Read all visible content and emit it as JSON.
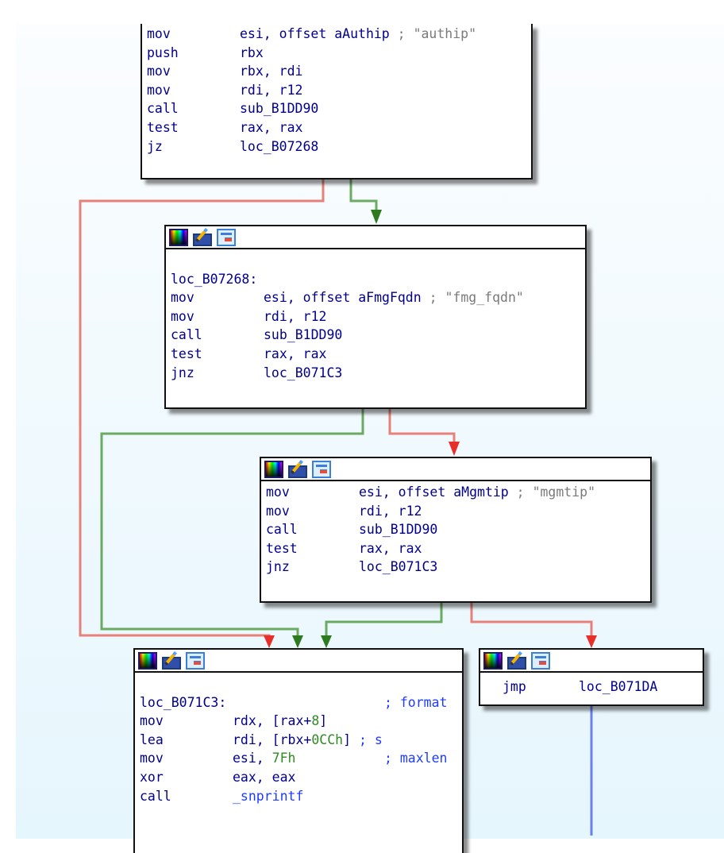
{
  "graph": {
    "colors": {
      "false_edge": "#e8807a",
      "true_edge": "#6aaa62",
      "uncond_edge": "#6b7ff0",
      "false_arrow": "#e8302a",
      "true_arrow": "#2e7a1e",
      "mnemonic": "#00008b",
      "immediate": "#2e8b22",
      "string_comment": "#7a7a7a",
      "comment": "#1e3cff"
    },
    "node_icons": [
      "color-palette-icon",
      "edit-name-icon",
      "graph-group-icon"
    ],
    "blocks": {
      "block1": {
        "lines": [
          {
            "mnem": "mov",
            "ops": "esi, offset aAuthip",
            "sep": " ; ",
            "comment": "\"authip\""
          },
          {
            "mnem": "push",
            "ops": "rbx"
          },
          {
            "mnem": "mov",
            "ops": "rbx, rdi"
          },
          {
            "mnem": "mov",
            "ops": "rdi, r12"
          },
          {
            "mnem": "call",
            "ops": "sub_B1DD90"
          },
          {
            "mnem": "test",
            "ops": "rax, rax"
          },
          {
            "mnem": "jz",
            "ops": "loc_B07268"
          }
        ]
      },
      "block2": {
        "label": "loc_B07268:",
        "lines": [
          {
            "mnem": "mov",
            "ops": "esi, offset aFmgFqdn",
            "sep": " ; ",
            "comment": "\"fmg_fqdn\""
          },
          {
            "mnem": "mov",
            "ops": "rdi, r12"
          },
          {
            "mnem": "call",
            "ops": "sub_B1DD90"
          },
          {
            "mnem": "test",
            "ops": "rax, rax"
          },
          {
            "mnem": "jnz",
            "ops": "loc_B071C3"
          }
        ]
      },
      "block3": {
        "lines": [
          {
            "mnem": "mov",
            "ops": "esi, offset aMgmtip",
            "sep": " ; ",
            "comment": "\"mgmtip\""
          },
          {
            "mnem": "mov",
            "ops": "rdi, r12"
          },
          {
            "mnem": "call",
            "ops": "sub_B1DD90"
          },
          {
            "mnem": "test",
            "ops": "rax, rax"
          },
          {
            "mnem": "jnz",
            "ops": "loc_B071C3"
          }
        ]
      },
      "block4": {
        "label": "loc_B071C3:",
        "label_comment": "; format",
        "lines": [
          {
            "mnem": "mov",
            "ops_a": "rdx, [rax+",
            "imm": "8",
            "ops_b": "]"
          },
          {
            "mnem": "lea",
            "ops_a": "rdi, [rbx+",
            "imm": "0CCh",
            "ops_b": "]",
            "comment": " ; s"
          },
          {
            "mnem": "mov",
            "ops_a": "esi, ",
            "imm": "7Fh",
            "ops_b": "",
            "right_comment": "; maxlen"
          },
          {
            "mnem": "xor",
            "ops_a": "eax, eax"
          },
          {
            "mnem": "call",
            "ops_a": "_snprintf"
          }
        ]
      },
      "block5": {
        "lines": [
          {
            "mnem": "jmp",
            "ops": "loc_B071DA"
          }
        ]
      }
    }
  }
}
